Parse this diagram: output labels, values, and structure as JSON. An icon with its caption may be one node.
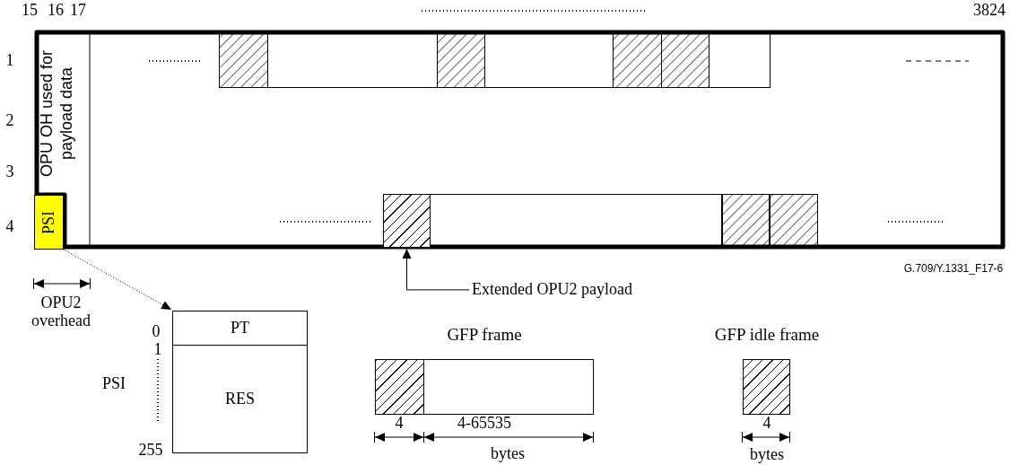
{
  "diagram": {
    "nodes": [
      {
        "text": [],
        "shape": "box"
      },
      {
        "text": [
          "OPU OH used for payload data"
        ],
        "in": 0
      },
      {
        "text": [
          "PSI"
        ]
      },
      {
        "text": [],
        "shape": "box",
        "in": 0
      },
      {
        "text": [
          "Extended OPU2 payload"
        ]
      },
      {
        "text": [
          "PT"
        ]
      },
      {
        "text": [
          "RES"
        ]
      },
      {
        "text": [
          "GFP frame"
        ]
      },
      {
        "text": [
          "GFP idle frame"
        ]
      }
    ],
    "edges": [
      {
        "from": 2,
        "to": 5,
        "arrow": "to",
        "style": "dashed"
      },
      {
        "from": 4,
        "to": 3,
        "arrow": "to"
      }
    ],
    "labels": [
      "15",
      "16",
      "17",
      "3824",
      "1",
      "2",
      "3",
      "4",
      "G.709/Y.1331_F17-6",
      "OPU2 overhead",
      "0",
      "1",
      "PSI",
      "255",
      "4",
      "4-65535",
      "bytes",
      "4",
      "bytes"
    ]
  }
}
